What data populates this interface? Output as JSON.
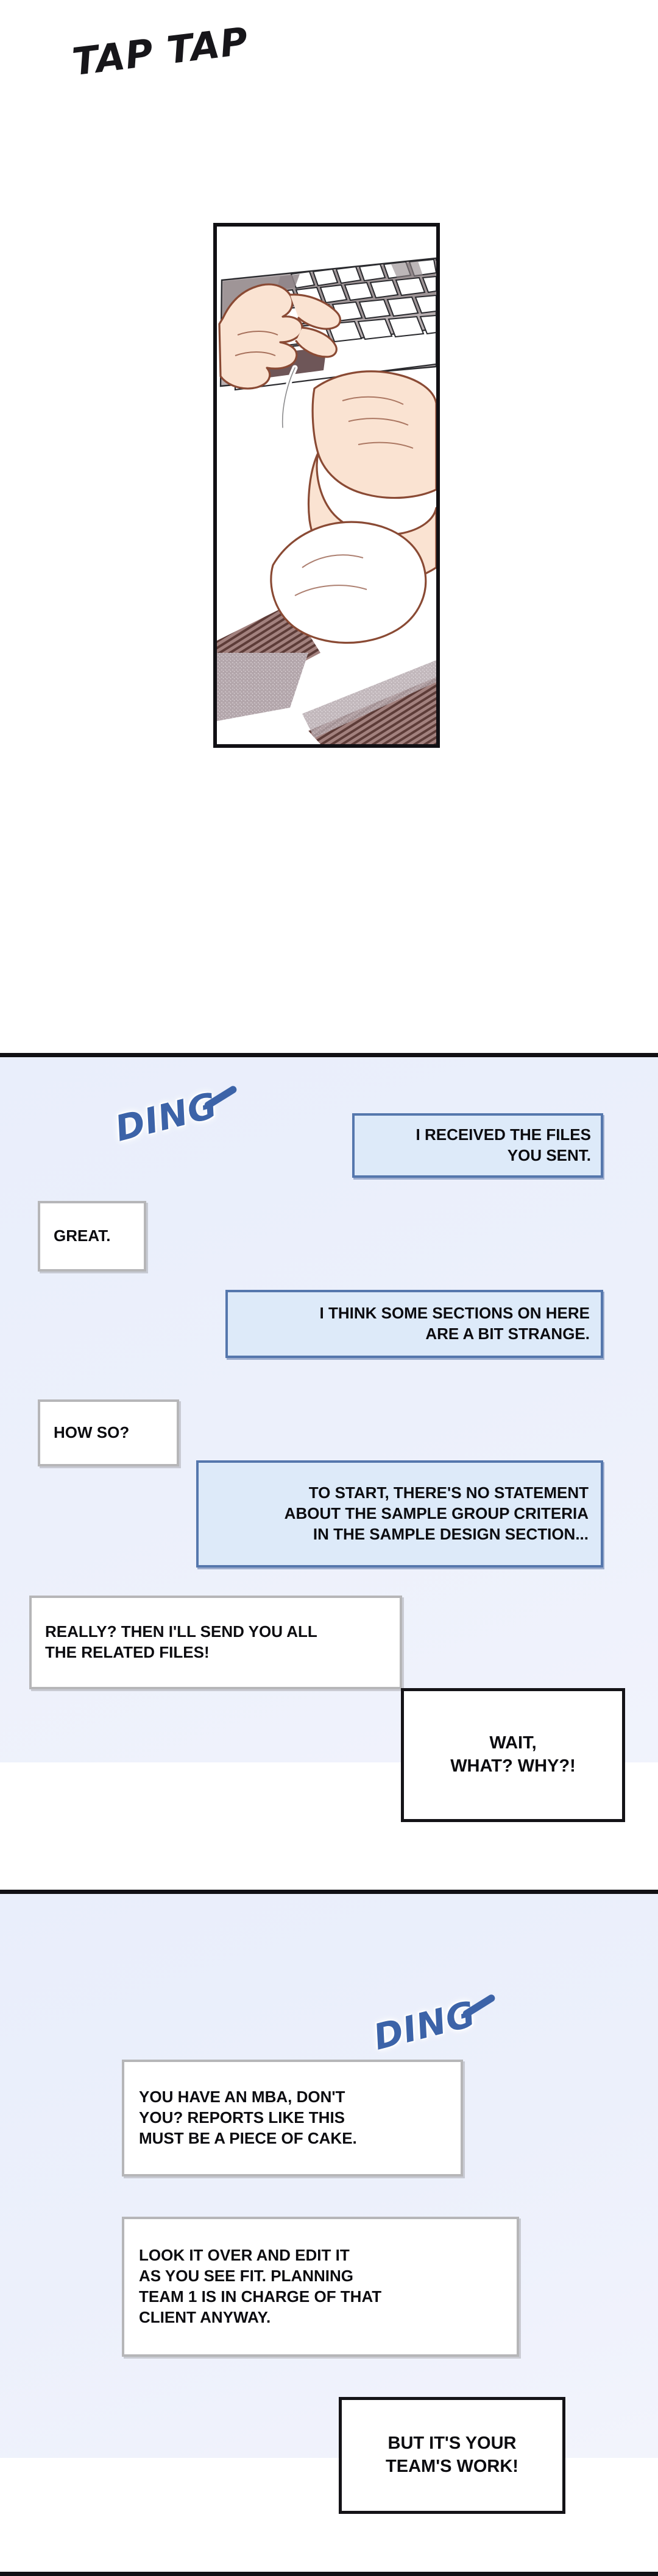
{
  "comic": {
    "panels": [
      {
        "id": "panel-1",
        "kind": "illustration",
        "sfx": "TAP TAP",
        "art_description": "two-hands-typing-on-keyboard"
      },
      {
        "id": "panel-2",
        "kind": "chat",
        "sfx": "DING",
        "messages": [
          {
            "side": "right",
            "style": "blue",
            "lines": [
              "I RECEIVED THE FILES",
              "YOU SENT."
            ]
          },
          {
            "side": "left",
            "style": "white",
            "lines": [
              "GREAT."
            ]
          },
          {
            "side": "right",
            "style": "blue",
            "lines": [
              "I THINK SOME SECTIONS ON HERE",
              "ARE A BIT STRANGE."
            ]
          },
          {
            "side": "left",
            "style": "white",
            "lines": [
              "HOW SO?"
            ]
          },
          {
            "side": "right",
            "style": "blue",
            "lines": [
              "TO START, THERE'S NO STATEMENT",
              "ABOUT THE SAMPLE GROUP CRITERIA",
              "IN THE SAMPLE DESIGN SECTION..."
            ]
          },
          {
            "side": "left",
            "style": "white",
            "lines": [
              "REALLY? THEN I'LL SEND YOU ALL",
              "THE RELATED FILES!"
            ]
          },
          {
            "side": "right",
            "style": "shout",
            "lines": [
              "WAIT,",
              "WHAT? WHY?!"
            ]
          }
        ]
      },
      {
        "id": "panel-3",
        "kind": "chat",
        "sfx": "DING",
        "messages": [
          {
            "side": "left",
            "style": "white",
            "lines": [
              "YOU HAVE AN MBA, DON'T",
              "YOU? REPORTS LIKE THIS",
              "MUST BE A PIECE OF CAKE."
            ]
          },
          {
            "side": "left",
            "style": "white",
            "lines": [
              "LOOK IT OVER AND EDIT IT",
              "AS YOU SEE FIT. PLANNING",
              "TEAM 1 IS IN CHARGE OF THAT",
              "CLIENT ANYWAY."
            ]
          },
          {
            "side": "right",
            "style": "shout",
            "lines": [
              "BUT IT'S YOUR",
              "TEAM'S WORK!"
            ]
          }
        ]
      }
    ],
    "colors": {
      "page_background": "#ffffff",
      "chat_background": "#ebeffa",
      "bubble_blue_fill": "#ddeaf9",
      "bubble_blue_border": "#5577ad",
      "bubble_white_fill": "#ffffff",
      "bubble_white_border": "#b6b6b8",
      "bubble_shout_border": "#141317",
      "sfx_ding_color": "#3c63a8",
      "sfx_tap_color": "#17161a",
      "panel_rule": "#111014",
      "skin_fill": "#fae3d2",
      "skin_line": "#8a4a34",
      "key_fill": "#ffffff",
      "key_line": "#2a2a2e",
      "desk_shadow": "#9b8b8b"
    }
  }
}
